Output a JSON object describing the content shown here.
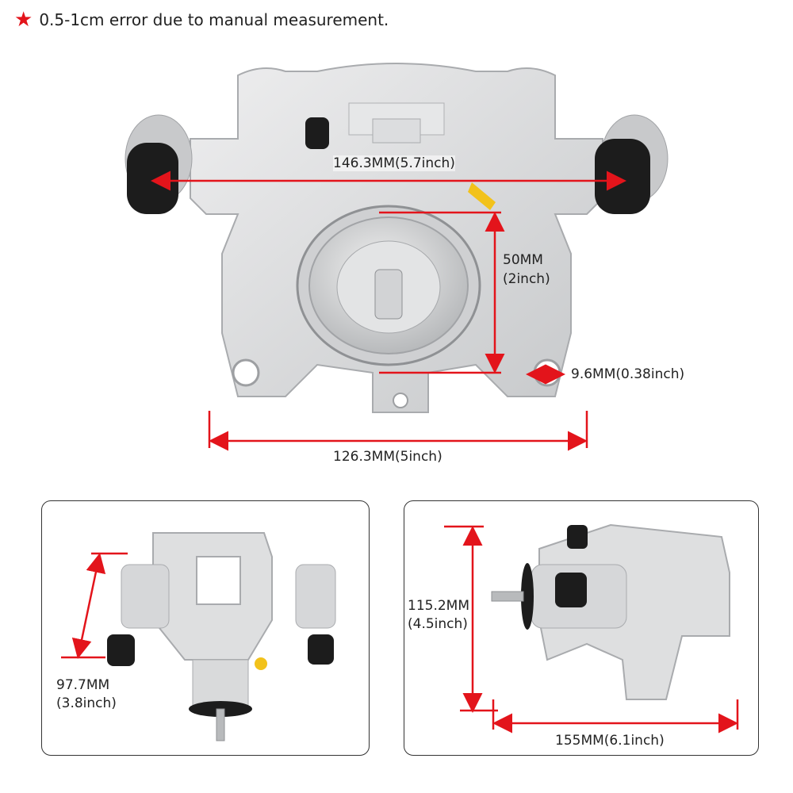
{
  "note": {
    "icon": "star-icon",
    "text": "0.5-1cm error due to manual measurement.",
    "color": "#e3141b"
  },
  "main": {
    "width_label": "146.3MM(5.7inch)",
    "height_label_line1": "50MM",
    "height_label_line2": "(2inch)",
    "hole_label": "9.6MM(0.38inch)",
    "base_label": "126.3MM(5inch)"
  },
  "left_panel": {
    "label_line1": "97.7MM",
    "label_line2": "(3.8inch)"
  },
  "right_panel": {
    "height_line1": "115.2MM",
    "height_line2": "(4.5inch)",
    "length_label": "155MM(6.1inch)"
  },
  "colors": {
    "dimension": "#e3141b",
    "metal": "#d9dadb",
    "rubber": "#1c1c1c"
  }
}
